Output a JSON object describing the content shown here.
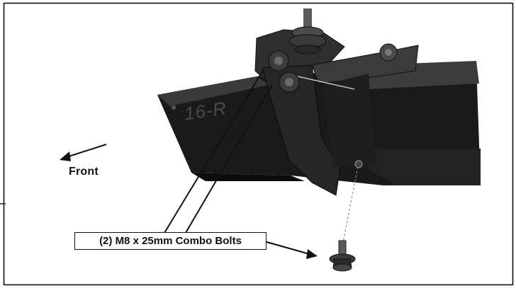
{
  "labels": {
    "direction": "Front",
    "part_stamp": "16-R",
    "callout": "(2) M8 x 25mm Combo Bolts"
  },
  "colors": {
    "frame": "#0e0e0e",
    "bracket": "#2b2b2b",
    "shadow": "#161616",
    "bolt": "#3a3a3a"
  },
  "icons": {
    "direction_arrow": "arrow-left-down-icon",
    "bolt": "flange-bolt-icon"
  }
}
